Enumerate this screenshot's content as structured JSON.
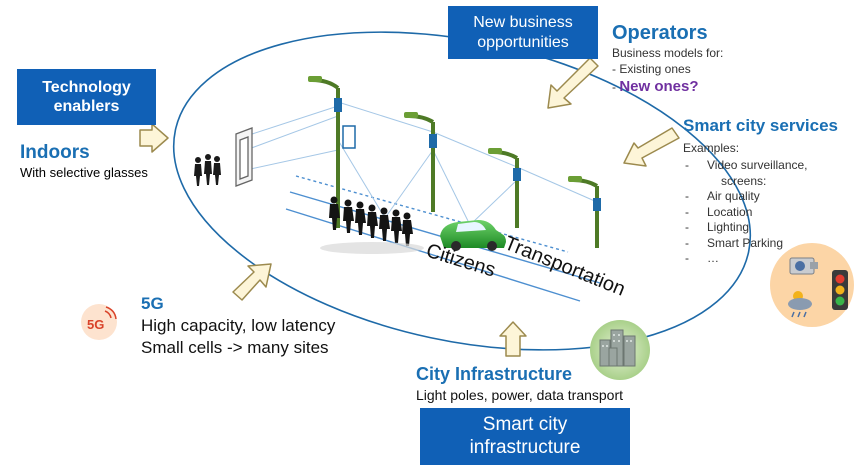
{
  "boxes": {
    "technology_enablers": "Technology enablers",
    "new_business": "New business opportunities",
    "smart_city_infrastructure": "Smart city infrastructure"
  },
  "indoors": {
    "title": "Indoors",
    "subtitle": "With selective glasses"
  },
  "operators": {
    "title": "Operators",
    "intro": "Business models for:",
    "existing": "- Existing ones",
    "new_prefix": "- ",
    "new_ones": "New ones?"
  },
  "smart_city_services": {
    "title": "Smart city services",
    "examples_label": "Examples:",
    "items": [
      "Video surveillance,",
      "screens:",
      "Air quality",
      "Location",
      "Lighting",
      "Smart Parking",
      "…"
    ]
  },
  "five_g": {
    "badge": "5G",
    "title": "5G",
    "line1": "High capacity, low latency",
    "line2": "Small cells -> many sites"
  },
  "city_infrastructure": {
    "title": "City Infrastructure",
    "subtitle": "Light poles, power, data transport"
  },
  "scene": {
    "citizens": "Citizens",
    "transportation": "Transportation"
  },
  "colors": {
    "box_blue": "#1060b6",
    "heading_blue": "#1a6fb3",
    "purple": "#7030a0",
    "arrow_fill": "#fdf5d8",
    "arrow_stroke": "#9c8a4e",
    "pole_green": "#4e7a26",
    "car_green": "#2da62d"
  }
}
